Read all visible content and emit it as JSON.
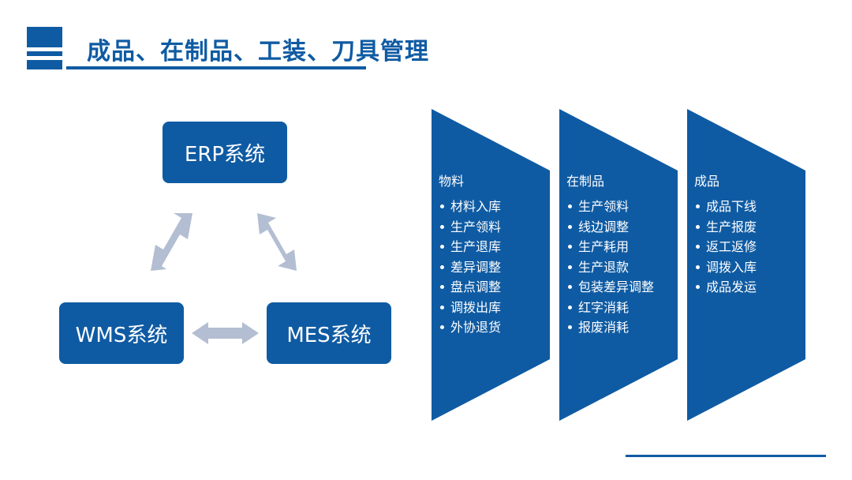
{
  "header": {
    "title": "成品、在制品、工装、刀具管理"
  },
  "diagram": {
    "systems": {
      "erp": "ERP系统",
      "wms": "WMS系统",
      "mes": "MES系统"
    }
  },
  "panels": [
    {
      "heading": "物料",
      "items": [
        "材料入库",
        "生产领料",
        "生产退库",
        "差异调整",
        "盘点调整",
        "调拨出库",
        "外协退货"
      ]
    },
    {
      "heading": "在制品",
      "items": [
        "生产领料",
        "线边调整",
        "生产耗用",
        "生产退款",
        "包装差异调整",
        "红字消耗",
        "报废消耗"
      ]
    },
    {
      "heading": "成品",
      "items": [
        "成品下线",
        "生产报废",
        "返工返修",
        "调拨入库",
        "成品发运"
      ]
    }
  ],
  "colors": {
    "brand": "#0f5ba3",
    "arrow": "#b3bed2"
  }
}
